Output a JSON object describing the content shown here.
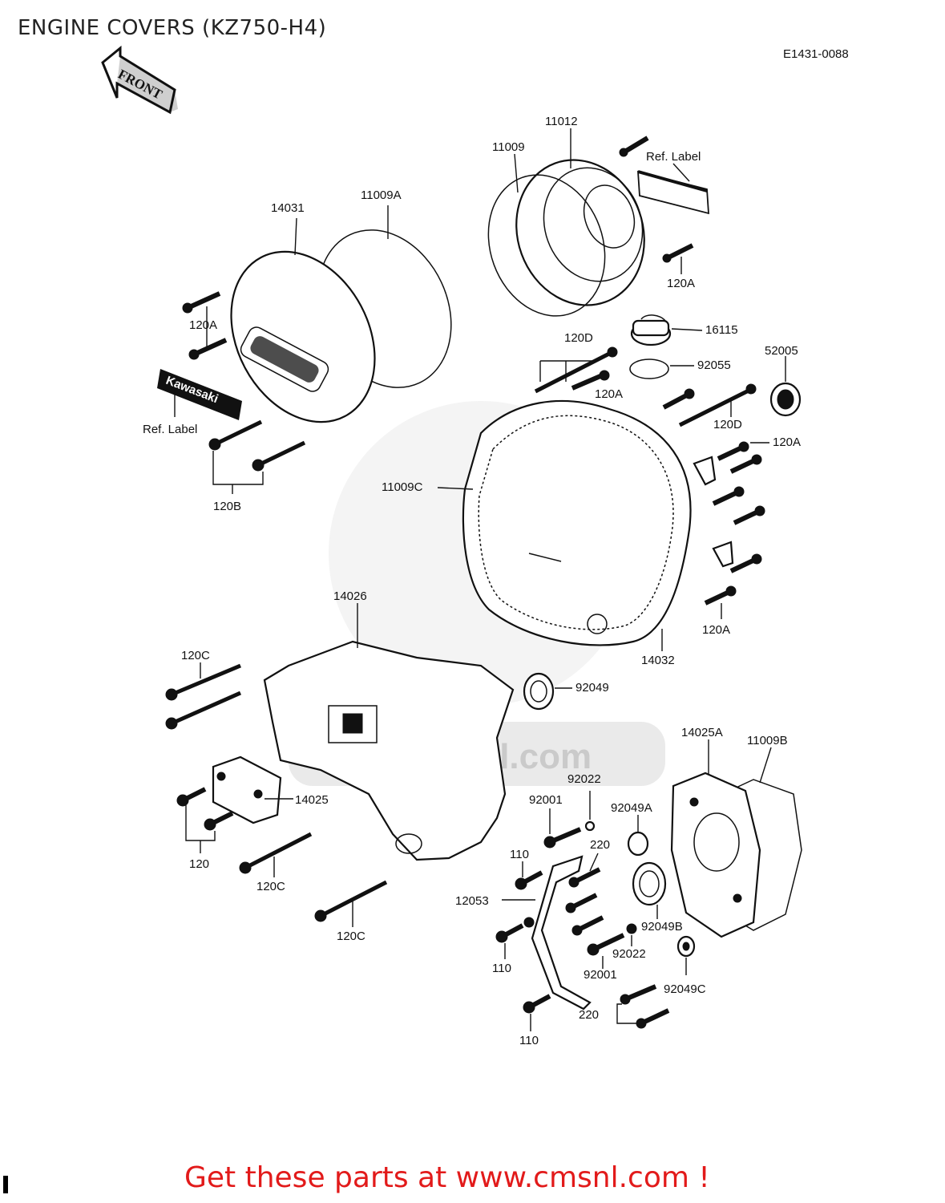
{
  "page": {
    "title": "ENGINE COVERS (KZ750-H4)",
    "code": "E1431-0088",
    "footer": "Get these parts at www.cmsnl.com !",
    "watermark": "www.cmsnl.com"
  },
  "front_arrow": "FRONT",
  "badge_text": "Kawasaki",
  "labels": {
    "l11012": "11012",
    "l11009": "11009",
    "l11009a": "11009A",
    "l14031": "14031",
    "l120a_1": "120A",
    "l120a_2": "120A",
    "l120a_3": "120A",
    "l120a_4": "120A",
    "l120a_5": "120A",
    "l120d_1": "120D",
    "l120d_2": "120D",
    "l16115": "16115",
    "l92055": "92055",
    "l52005": "52005",
    "l11009c": "11009C",
    "l120b": "120B",
    "l14026": "14026",
    "l14032": "14032",
    "l120c_1": "120C",
    "l120c_2": "120C",
    "l120c_3": "120C",
    "l92049": "92049",
    "l14025": "14025",
    "l120": "120",
    "l14025a": "14025A",
    "l11009b": "11009B",
    "l92022_1": "92022",
    "l92022_2": "92022",
    "l92001_1": "92001",
    "l92001_2": "92001",
    "l92049a": "92049A",
    "l92049b": "92049B",
    "l92049c": "92049C",
    "l110_1": "110",
    "l110_2": "110",
    "l110_3": "110",
    "l220_1": "220",
    "l220_2": "220",
    "l12053": "12053",
    "ref_label_1": "Ref.  Label",
    "ref_label_2": "Ref.  Label"
  }
}
